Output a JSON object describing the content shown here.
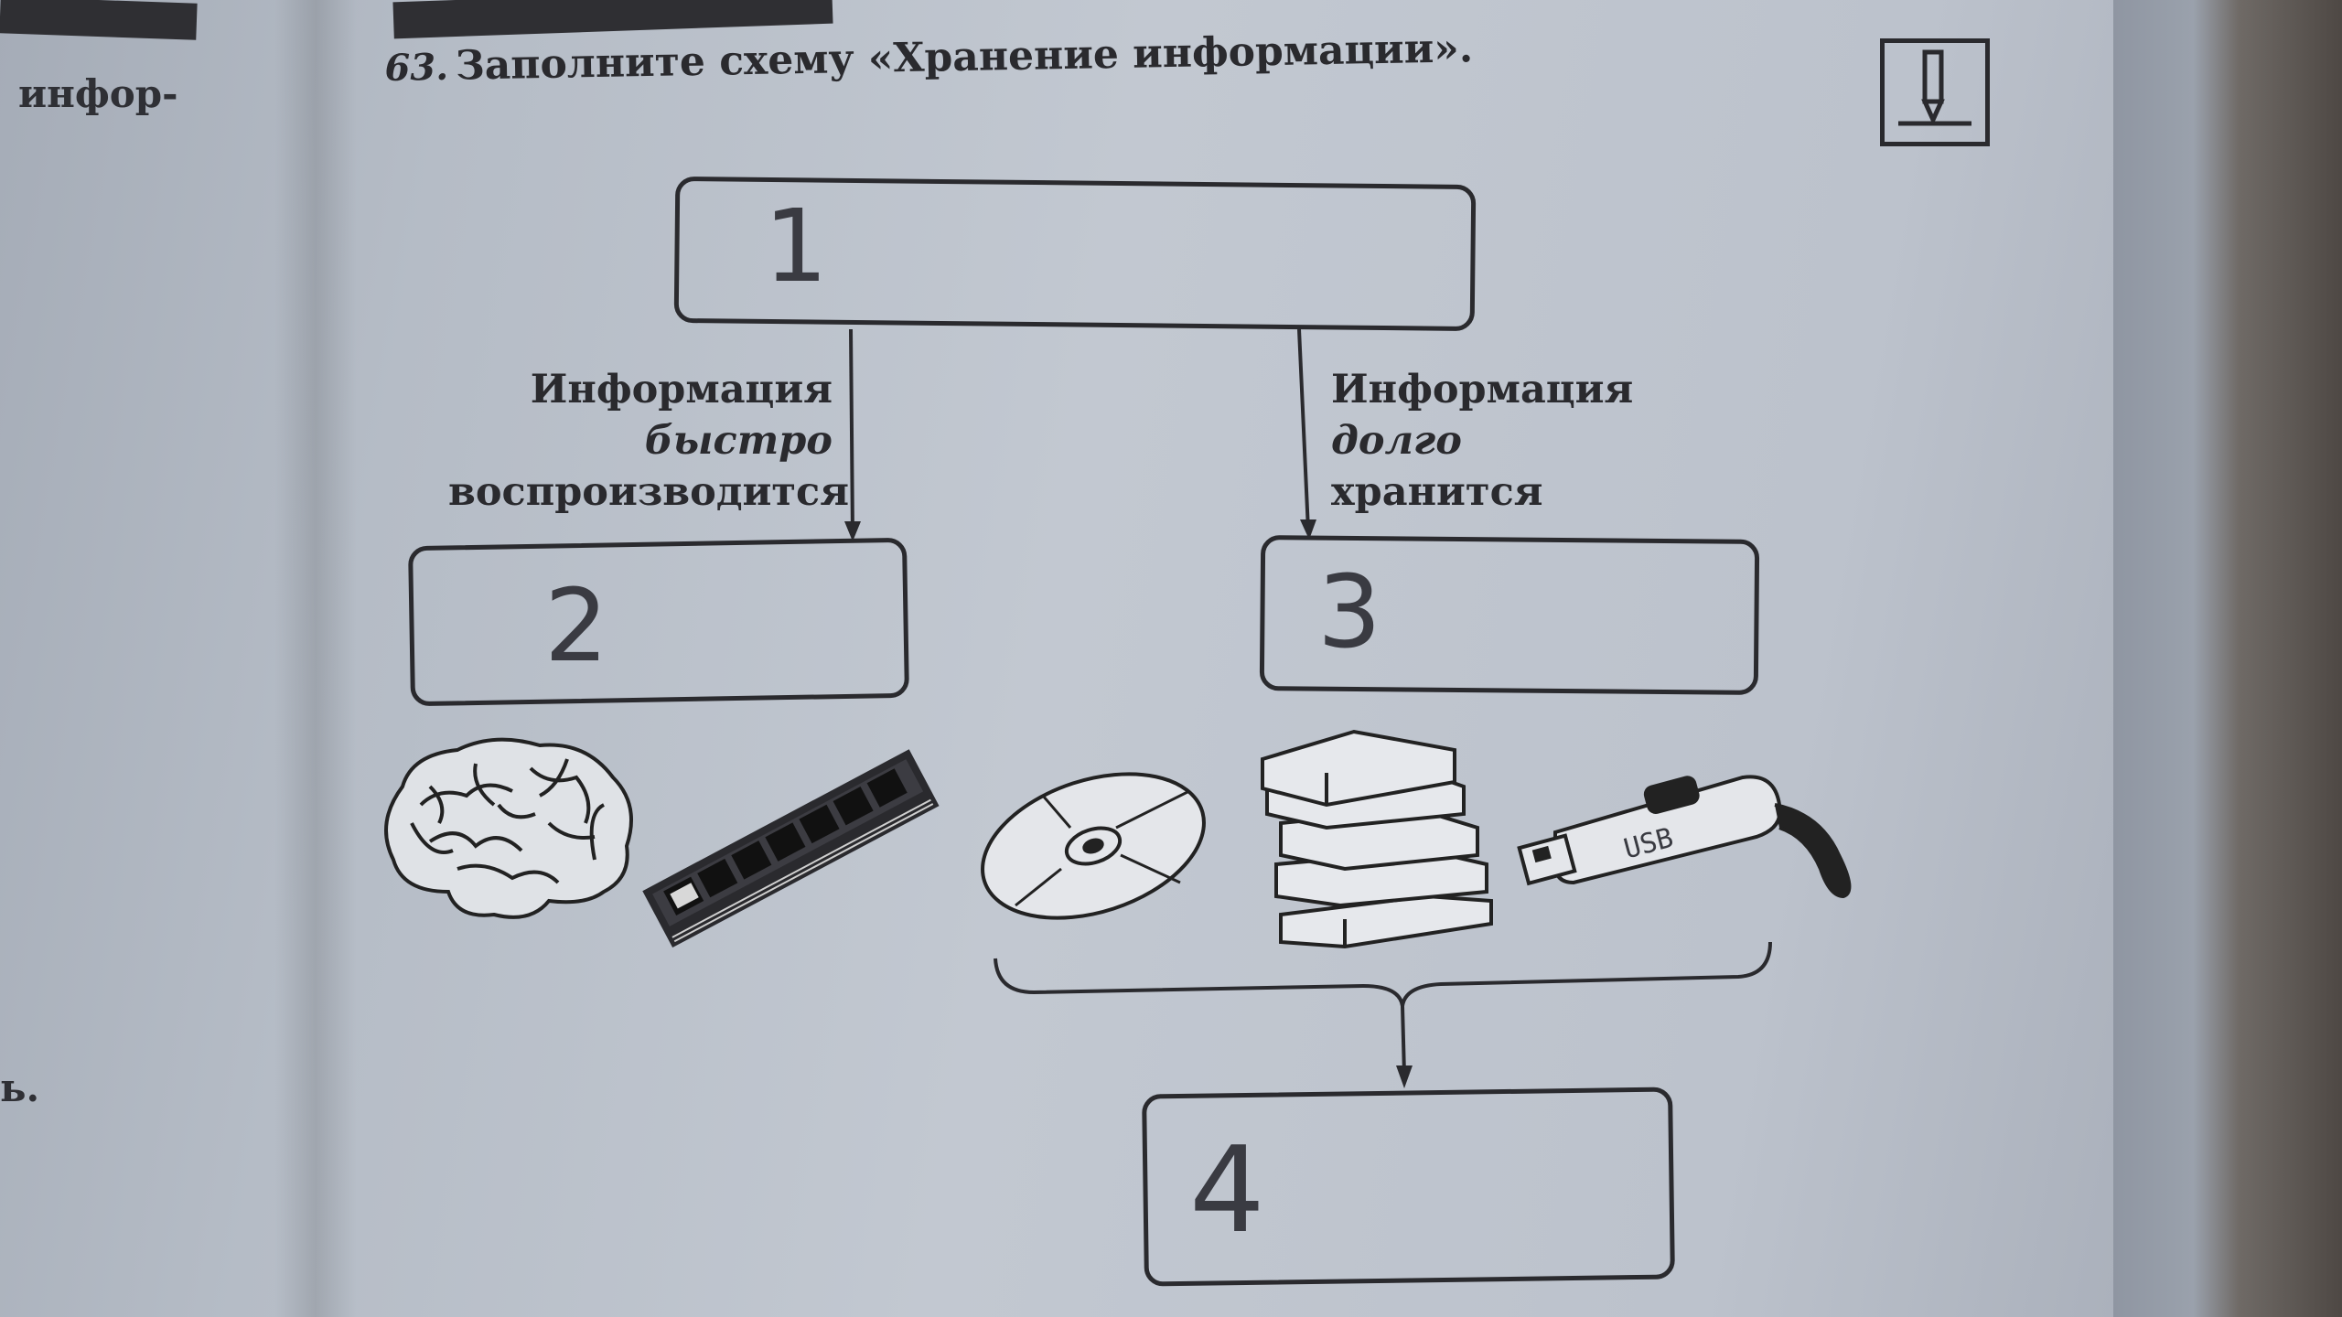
{
  "exercise": {
    "number": "63.",
    "title": "Заполните схему «Хранение информации»."
  },
  "left_page": {
    "fragment_top": "инфор-",
    "fragment_bottom": "ь."
  },
  "diagram": {
    "boxes": [
      {
        "id": "1",
        "handwritten": "1"
      },
      {
        "id": "2",
        "handwritten": "2"
      },
      {
        "id": "3",
        "handwritten": "3"
      },
      {
        "id": "4",
        "handwritten": "4"
      }
    ],
    "left_branch_label": {
      "line1": "Информация",
      "line2": "быстро",
      "line3": "воспроизводится"
    },
    "right_branch_label": {
      "line1": "Информация",
      "line2": "долго",
      "line3": "хранится"
    },
    "icons": [
      "brain-icon",
      "ram-module-icon",
      "cd-disc-icon",
      "books-stack-icon",
      "usb-flash-drive-icon"
    ],
    "usb_text": "USB"
  },
  "colors": {
    "paper": "#bfc5ce",
    "ink": "#2a2a2e",
    "pencil": "#3a3b42"
  }
}
